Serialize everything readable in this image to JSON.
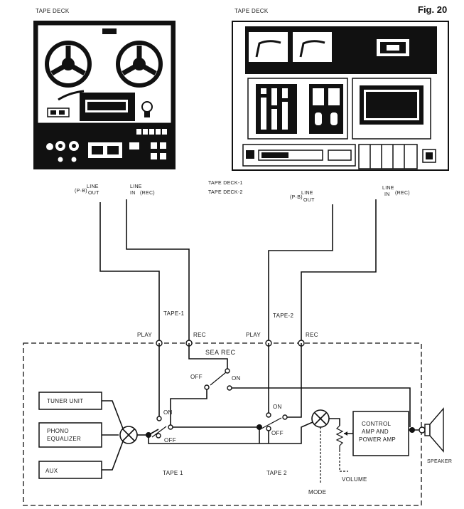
{
  "figure_label": "Fig. 20",
  "decks": {
    "left_title": "TAPE DECK",
    "right_title": "TAPE DECK",
    "left_out": [
      "(P·B)",
      "LINE",
      "OUT"
    ],
    "left_in": [
      "LINE",
      "IN",
      "(REC)"
    ],
    "right_out": [
      "(P·B)",
      "LINE",
      "OUT"
    ],
    "right_in": [
      "LINE",
      "IN",
      "(REC)"
    ],
    "middle_labels": [
      "TAPE DECK-1",
      "TAPE DECK-2"
    ]
  },
  "connectors": {
    "tape1": "TAPE-1",
    "tape2": "TAPE-2",
    "play1": "PLAY",
    "rec1": "REC",
    "play2": "PLAY",
    "rec2": "REC"
  },
  "switches": {
    "sea_rec": "SEA REC",
    "sea_off": "OFF",
    "sea_on": "ON",
    "t1_on": "ON",
    "t1_off": "OFF",
    "t2_on": "ON",
    "t2_off": "OFF",
    "tape1_label": "TAPE 1",
    "tape2_label": "TAPE 2"
  },
  "blocks": {
    "tuner": "TUNER UNIT",
    "phono_1": "PHONO",
    "phono_2": "EQUALIZER",
    "aux": "AUX",
    "control_1": "CONTROL",
    "control_2": "AMP AND",
    "control_3": "POWER AMP"
  },
  "outputs": {
    "speaker": "SPEAKER",
    "volume": "VOLUME",
    "mode": "MODE"
  }
}
